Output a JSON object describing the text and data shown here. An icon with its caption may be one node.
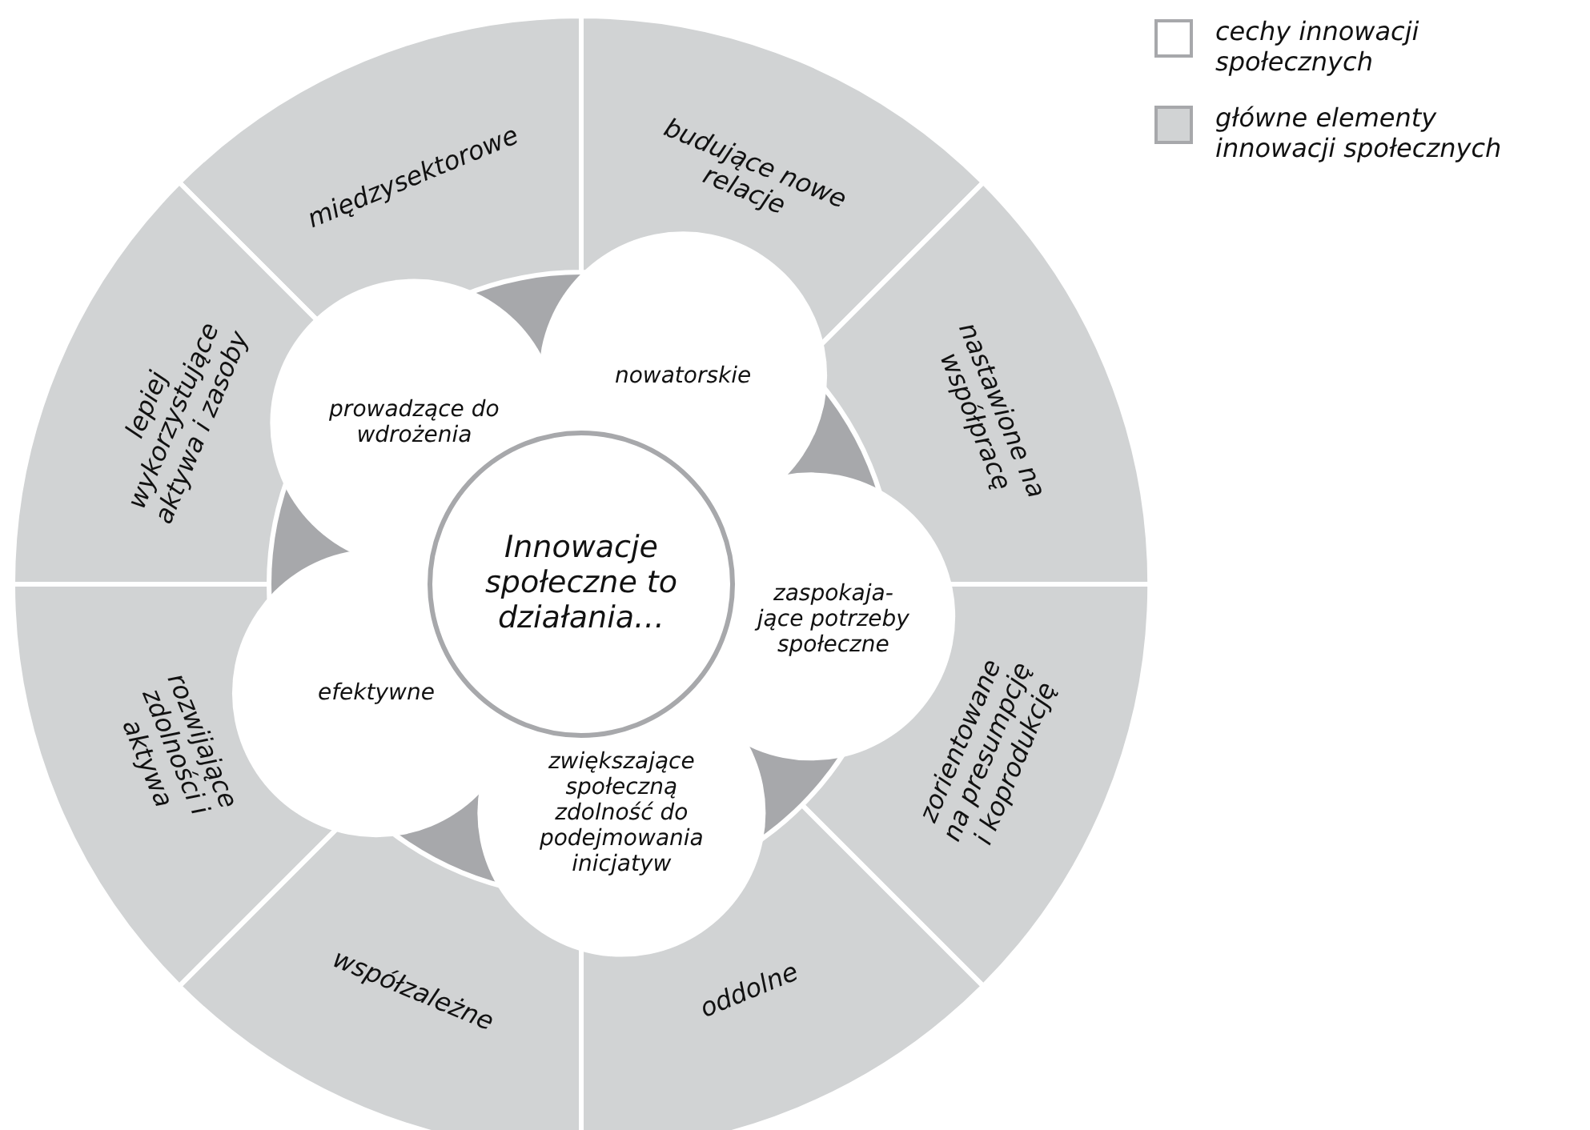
{
  "diagram": {
    "nodes": [
      {
        "text": [
          "Innowacje społeczne to działania…"
        ]
      },
      {
        "text": [
          "prowadzące do wdrożenia"
        ]
      },
      {
        "text": [
          "nowatorskie"
        ]
      },
      {
        "text": [
          "zaspokaja- jące potrzeby społeczne"
        ]
      },
      {
        "text": [
          "zwiększające społeczną zdolność do podejmowania inicjatyw"
        ]
      },
      {
        "text": [
          "efektywne"
        ]
      },
      {
        "text": [
          "międzysektorowe"
        ]
      },
      {
        "text": [
          "budujące nowe relacje"
        ]
      },
      {
        "text": [
          "nastawione na współpracę"
        ]
      },
      {
        "text": [
          "zorientowane na presumpcję i koprodukcję"
        ]
      },
      {
        "text": [
          "oddolne"
        ]
      },
      {
        "text": [
          "współzależne"
        ]
      },
      {
        "text": [
          "rozwijające zdolności i aktywa"
        ]
      },
      {
        "text": [
          "lepiej wykorzystujące aktywa i zasoby"
        ]
      }
    ],
    "legend": [
      {
        "text": "cechy innowacji społecznych",
        "color": "#ffffff"
      },
      {
        "text": "główne elementy innowacji społecznych",
        "color": "#d1d3d4"
      }
    ]
  }
}
